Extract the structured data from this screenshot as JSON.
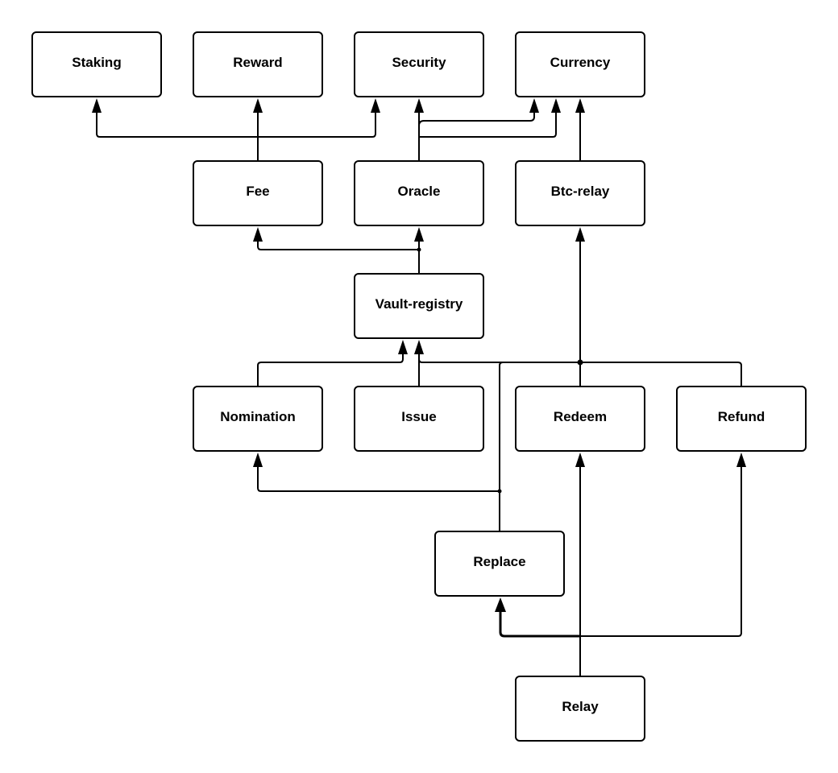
{
  "diagram": {
    "nodes": {
      "staking": "Staking",
      "reward": "Reward",
      "security": "Security",
      "currency": "Currency",
      "fee": "Fee",
      "oracle": "Oracle",
      "btc_relay": "Btc-relay",
      "vault_registry": "Vault-registry",
      "nomination": "Nomination",
      "issue": "Issue",
      "redeem": "Redeem",
      "refund": "Refund",
      "replace": "Replace",
      "relay": "Relay"
    },
    "edges": [
      {
        "from": "fee",
        "to": "staking"
      },
      {
        "from": "fee",
        "to": "reward"
      },
      {
        "from": "fee",
        "to": "security"
      },
      {
        "from": "oracle",
        "to": "security"
      },
      {
        "from": "oracle",
        "to": "currency"
      },
      {
        "from": "btc_relay",
        "to": "currency"
      },
      {
        "from": "vault_registry",
        "to": "fee"
      },
      {
        "from": "vault_registry",
        "to": "oracle"
      },
      {
        "from": "nomination",
        "to": "vault_registry"
      },
      {
        "from": "issue",
        "to": "vault_registry"
      },
      {
        "from": "redeem",
        "to": "vault_registry"
      },
      {
        "from": "refund",
        "to": "vault_registry"
      },
      {
        "from": "redeem",
        "to": "btc_relay"
      },
      {
        "from": "replace",
        "to": "vault_registry"
      },
      {
        "from": "replace",
        "to": "nomination"
      },
      {
        "from": "relay",
        "to": "redeem"
      },
      {
        "from": "relay",
        "to": "refund"
      },
      {
        "from": "relay",
        "to": "replace"
      }
    ]
  }
}
